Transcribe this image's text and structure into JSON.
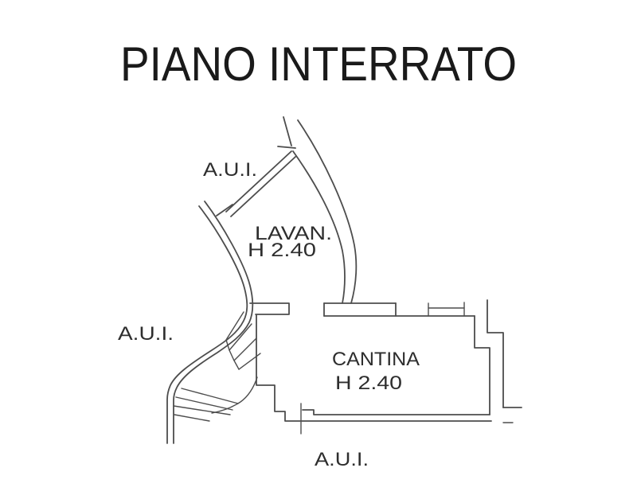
{
  "page": {
    "title": "PIANO INTERRATO"
  },
  "plan": {
    "labels": {
      "aui_top": "A.U.I.",
      "lavan": "LAVAN.",
      "lavan_height": "H 2.40",
      "aui_left": "A.U.I.",
      "cantina": "CANTINA",
      "cantina_height": "H 2.40",
      "aui_bottom": "A.U.I."
    },
    "colors": {
      "background": "#ffffff",
      "wall_line": "#4d4d4d",
      "label_text": "#2e2e2e",
      "title_text": "#1a1a1a"
    }
  }
}
